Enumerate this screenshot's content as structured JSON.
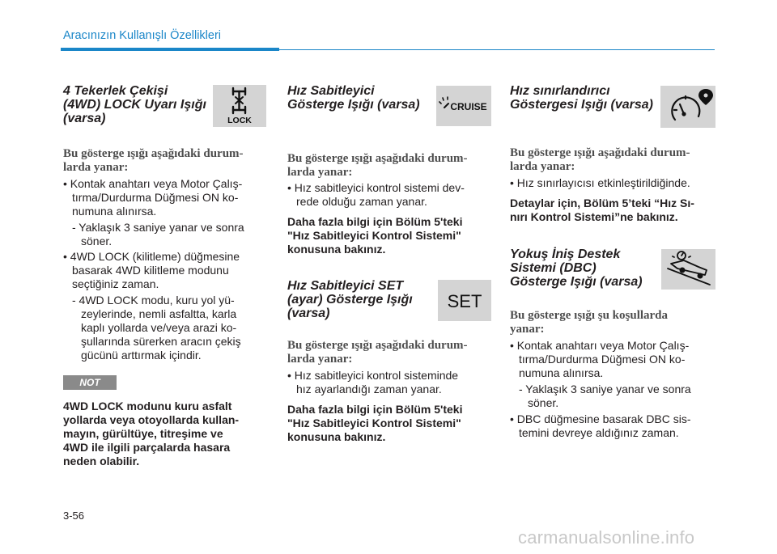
{
  "header": {
    "title": "Aracınızın Kullanışlı Özellikleri"
  },
  "page_number": "3-56",
  "watermark": "carmanualsonline.info",
  "col1": {
    "title": [
      "4 Tekerlek Çekişi",
      "(4WD) LOCK Uyarı Işığı",
      "(varsa)"
    ],
    "icon_label": "LOCK",
    "icon_name": "4wd-lock-icon",
    "lead": [
      "Bu gösterge ışığı aşağıdaki durum-",
      "larda yanar:"
    ],
    "bullet1": [
      "• Kontak anahtarı veya Motor Çalış-",
      "tırma/Durdurma Düğmesi ON ko-",
      "numuna alınırsa."
    ],
    "sub1": [
      "- Yaklaşık 3 saniye yanar ve sonra",
      "söner."
    ],
    "bullet2": [
      "• 4WD LOCK (kilitleme) düğmesine",
      "basarak 4WD kilitleme modunu",
      "seçtiğiniz zaman."
    ],
    "sub2": [
      "- 4WD LOCK modu, kuru yol yü-",
      "zeylerinde, nemli asfaltta, karla",
      "kaplı yollarda ve/veya arazi ko-",
      "şullarında sürerken aracın çekiş",
      "gücünü arttırmak içindir."
    ],
    "note_label": "NOT",
    "note": [
      "4WD LOCK modunu kuru asfalt",
      "yollarda veya otoyollarda kullan-",
      "mayın, gürültüye, titreşime ve",
      "4WD ile ilgili parçalarda hasara",
      "neden olabilir."
    ]
  },
  "col2": {
    "cruise_title": [
      "Hız Sabitleyici",
      "Gösterge Işığı (varsa)"
    ],
    "cruise_icon_label": "CRUISE",
    "cruise_icon_name": "cruise-icon",
    "cruise_lead": [
      "Bu gösterge ışığı aşağıdaki durum-",
      "larda yanar:"
    ],
    "cruise_bullet": [
      "• Hız sabitleyici kontrol sistemi dev-",
      "rede olduğu zaman yanar."
    ],
    "cruise_ref": [
      "Daha fazla bilgi için Bölüm 5'teki",
      "\"Hız Sabitleyici Kontrol Sistemi\"",
      "konusuna bakınız."
    ],
    "set_title": [
      "Hız Sabitleyici SET",
      "(ayar) Gösterge Işığı",
      "(varsa)"
    ],
    "set_icon_label": "SET",
    "set_icon_name": "set-icon",
    "set_lead": [
      "Bu gösterge ışığı aşağıdaki durum-",
      "larda yanar:"
    ],
    "set_bullet": [
      "• Hız sabitleyici kontrol sisteminde",
      "hız ayarlandığı zaman yanar."
    ],
    "set_ref": [
      "Daha fazla bilgi için Bölüm 5'teki",
      "\"Hız Sabitleyici Kontrol Sistemi\"",
      "konusuna bakınız."
    ]
  },
  "col3": {
    "limiter_title": [
      "Hız sınırlandırıcı",
      "Göstergesi Işığı (varsa)"
    ],
    "limiter_icon_name": "speed-limiter-icon",
    "limiter_lead": [
      "Bu gösterge ışığı aşağıdaki durum-",
      "larda yanar:"
    ],
    "limiter_bullet": [
      "• Hız sınırlayıcısı etkinleştirildiğinde."
    ],
    "limiter_ref": [
      "Detaylar için, Bölüm 5’teki “Hız Sı-",
      "nırı Kontrol Sistemi”ne bakınız."
    ],
    "dbc_title": [
      "Yokuş İniş Destek",
      "Sistemi (DBC)",
      "Gösterge Işığı (varsa)"
    ],
    "dbc_icon_name": "downhill-brake-control-icon",
    "dbc_lead": [
      "Bu gösterge ışığı şu koşullarda",
      "yanar:"
    ],
    "dbc_bullet1": [
      "• Kontak anahtarı veya Motor Çalış-",
      "tırma/Durdurma Düğmesi ON ko-",
      "numuna alınırsa."
    ],
    "dbc_sub1": [
      "- Yaklaşık 3 saniye yanar ve sonra",
      "söner."
    ],
    "dbc_bullet2": [
      "• DBC düğmesine basarak DBC sis-",
      "temini devreye aldığınız zaman."
    ]
  }
}
